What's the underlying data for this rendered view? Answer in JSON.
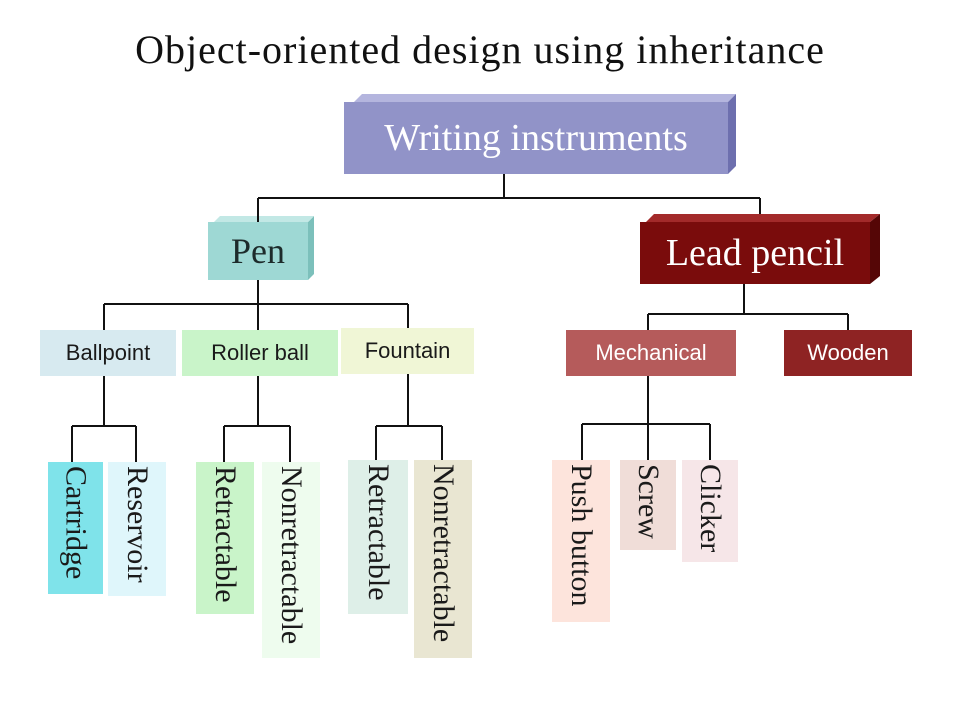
{
  "title": "Object-oriented design using inheritance",
  "root": {
    "label": "Writing instruments",
    "color": "#9193c8"
  },
  "pen": {
    "label": "Pen",
    "color": "#9ed8d4",
    "types": [
      {
        "label": "Ballpoint",
        "color": "#d7eaf0",
        "children": [
          "Cartridge",
          "Reservoir"
        ]
      },
      {
        "label": "Roller ball",
        "color": "#c9f4c9",
        "children": [
          "Retractable",
          "Nonretractable"
        ]
      },
      {
        "label": "Fountain",
        "color": "#f0f6d6",
        "children": [
          "Retractable",
          "Nonretractable"
        ]
      }
    ]
  },
  "lead_pencil": {
    "label": "Lead pencil",
    "color": "#7a0c0c",
    "types": [
      {
        "label": "Mechanical",
        "color": "#b55b5b",
        "children": [
          "Push button",
          "Screw",
          "Clicker"
        ]
      },
      {
        "label": "Wooden",
        "color": "#8e2323",
        "children": []
      }
    ]
  }
}
